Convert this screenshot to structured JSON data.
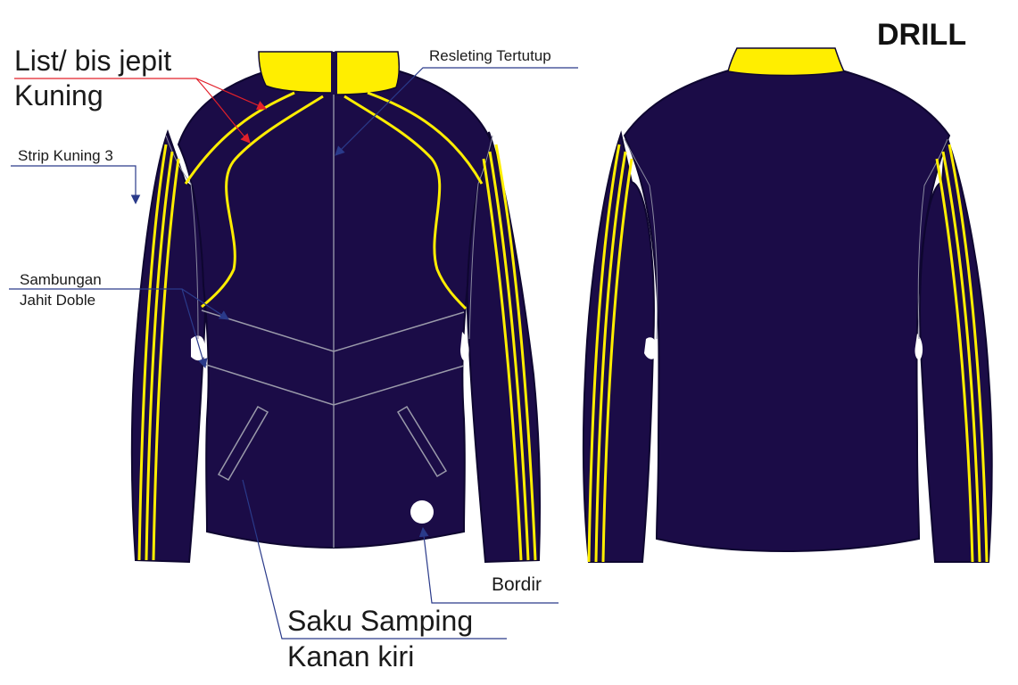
{
  "title": "DRILL",
  "labels": {
    "list_bis_line1": "List/ bis jepit",
    "list_bis_line2": "Kuning",
    "resleting": "Resleting Tertutup",
    "strip": "Strip Kuning 3",
    "sambungan_line1": "Sambungan",
    "sambungan_line2": "Jahit Doble",
    "saku_line1": "Saku Samping",
    "saku_line2": "Kanan kiri",
    "bordir": "Bordir"
  },
  "colors": {
    "body": "#1b0c47",
    "outline": "#0e0630",
    "yellow": "#ffee00",
    "seam": "#9a9aaa",
    "leader_blue": "#2a3a8a",
    "leader_red": "#e2202a",
    "badge": "#ffffff"
  }
}
